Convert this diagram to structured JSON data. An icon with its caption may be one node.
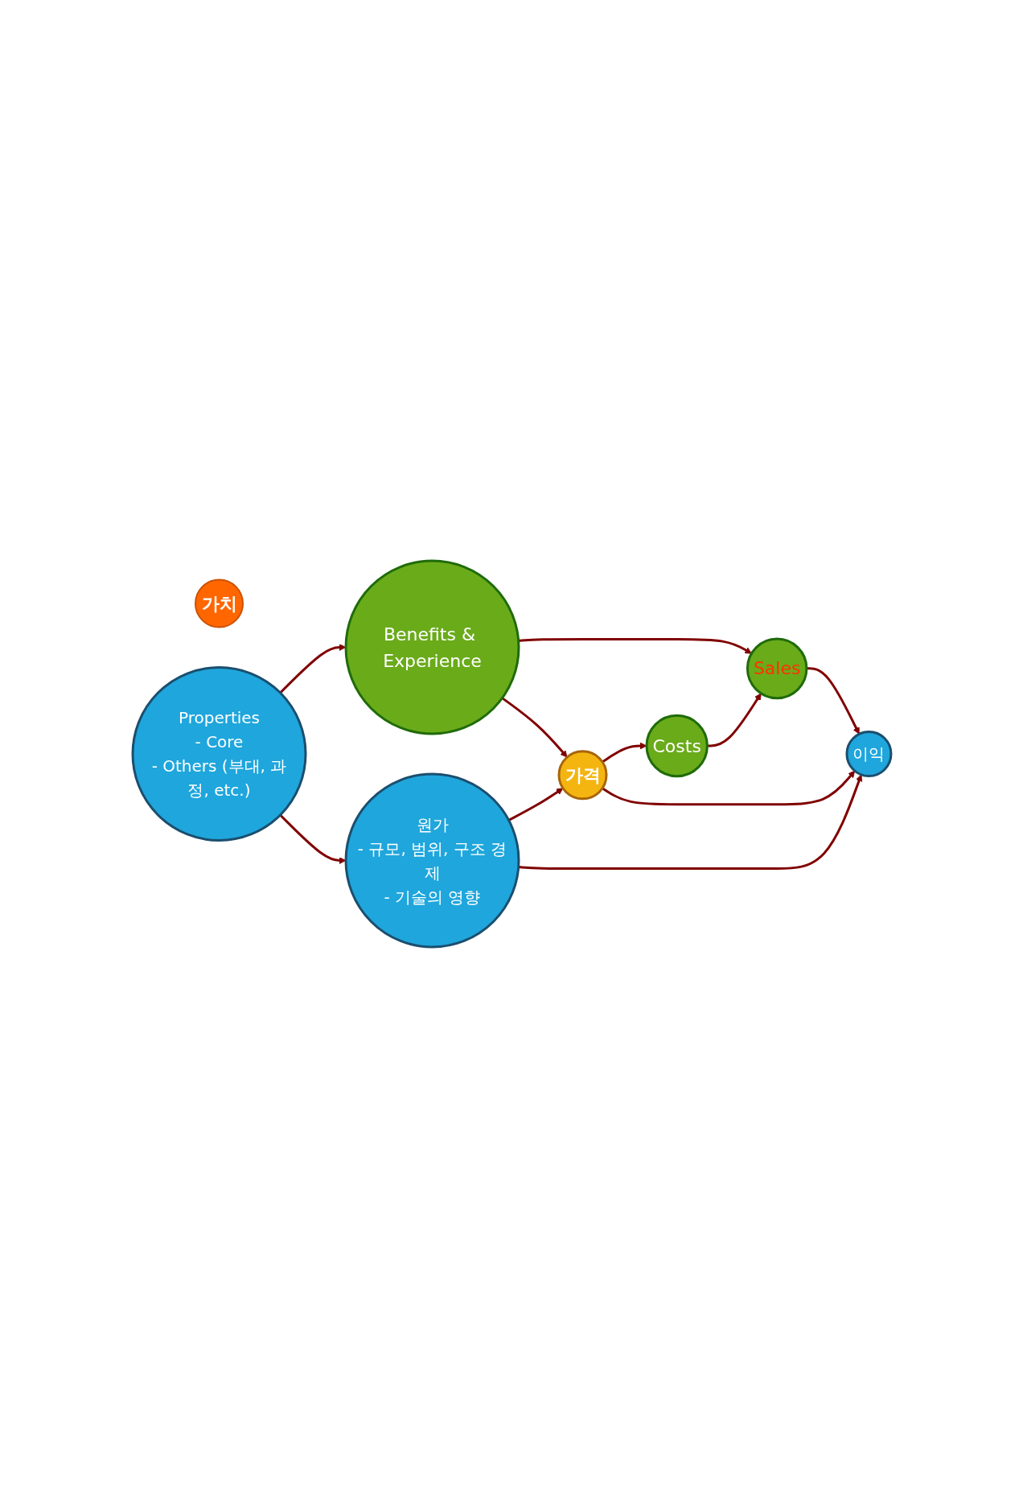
{
  "diagram": {
    "nodes": [
      {
        "text": [
          "Benefits & Experience"
        ]
      },
      {
        "text": [
          "가치"
        ]
      },
      {
        "text": [
          "Costs"
        ]
      },
      {
        "text": [
          "Sales"
        ]
      },
      {
        "text": [
          "가격"
        ]
      },
      {
        "text": [
          "이익"
        ]
      },
      {
        "text": [
          "Properties",
          "- Core",
          "- Others (부대, 과정, etc.)"
        ]
      },
      {
        "text": [
          "원가",
          "- 규모, 범위, 구조 경제",
          "- 기술의 영향"
        ]
      }
    ],
    "edges": [
      {
        "from": 0,
        "to": 3,
        "arrow": "to"
      },
      {
        "from": 2,
        "to": 3,
        "arrow": "to"
      },
      {
        "from": 3,
        "to": 5,
        "arrow": "to"
      },
      {
        "from": 0,
        "to": 4,
        "arrow": "to"
      },
      {
        "from": 4,
        "to": 2,
        "arrow": "to"
      },
      {
        "from": 4,
        "to": 5,
        "arrow": "to"
      },
      {
        "from": 6,
        "to": 0,
        "arrow": "to"
      },
      {
        "from": 6,
        "to": 7,
        "arrow": "to"
      },
      {
        "from": 7,
        "to": 4,
        "arrow": "to"
      },
      {
        "from": 7,
        "to": 5,
        "arrow": "to"
      }
    ]
  }
}
